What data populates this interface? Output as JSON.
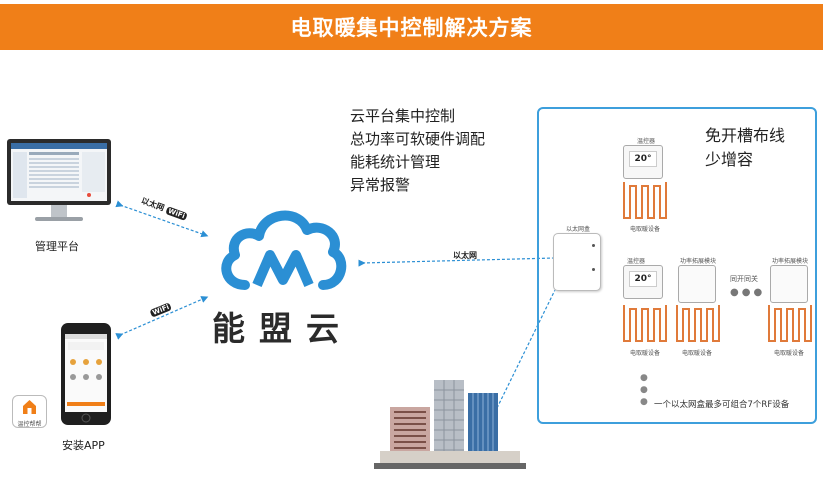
{
  "banner": {
    "title": "电取暖集中控制解决方案",
    "color": "#f07f18"
  },
  "features": [
    "云平台集中控制",
    "总功率可软硬件调配",
    "能耗统计管理",
    "异常报警"
  ],
  "panel": {
    "headline": [
      "免开槽布线",
      "少增容"
    ],
    "ethernet_box_label": "以太网盒",
    "thermostat_label": "温控器",
    "temperature": "20°",
    "heater_label": "电取暖设备",
    "power_module_label": "功率拓展模块",
    "same_as": "同开同关",
    "footnote": "一个以太网盒最多可组合7个RF设备",
    "border_color": "#3d9fdc"
  },
  "cloud": {
    "brand": "能盟云",
    "color": "#2b8fd4"
  },
  "links": {
    "ethernet_wifi": "以太网",
    "wifi": "WiFi",
    "ethernet": "以太网"
  },
  "devices": {
    "pc_label": "管理平台",
    "app_label": "安装APP",
    "app_icon_label": "温控帮帮"
  }
}
